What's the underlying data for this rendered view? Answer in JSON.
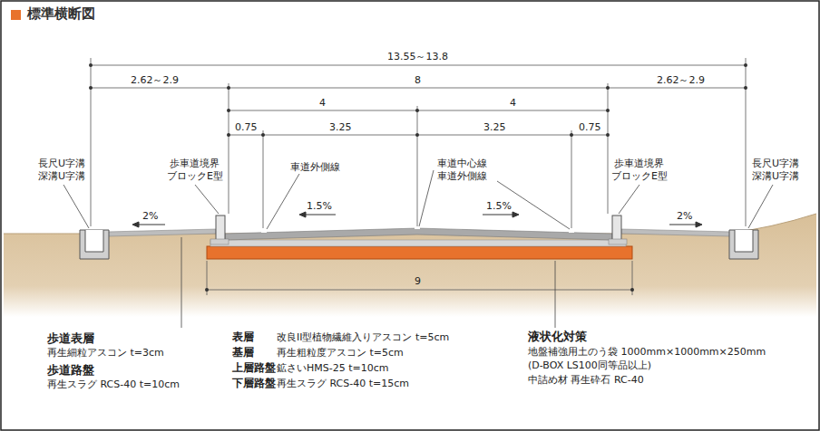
{
  "diagram": {
    "title": "標準横断図",
    "labels": [
      "13.55～13.8",
      "2.62～2.9",
      "8",
      "2.62～2.9",
      "4",
      "4",
      "0.75",
      "3.25",
      "3.25",
      "0.75",
      "長尺U字溝 深溝U字溝",
      "歩車道境界 ブロックE型",
      "車道外側線",
      "車道中心線 車道外側線",
      "歩車道境界 ブロックE型",
      "長尺U字溝 深溝U字溝",
      "2%",
      "1.5%",
      "1.5%",
      "2%",
      "9",
      "歩道表層",
      "再生細粒アスコン t=3cm",
      "歩道路盤",
      "再生スラグ RCS-40 t=10cm",
      "表層",
      "改良II型植物繊維入りアスコン t=5cm",
      "基層",
      "再生粗粒度アスコン t=5cm",
      "上層路盤",
      "鉱さいHMS-25 t=10cm",
      "下層路盤",
      "再生スラグ RCS-40 t=15cm",
      "液状化対策",
      "地盤補強用土のう袋 1000mm×1000mm×250mm",
      "(D-BOX LS100同等品以上)",
      "中詰め材 再生砕石 RC-40"
    ]
  }
}
